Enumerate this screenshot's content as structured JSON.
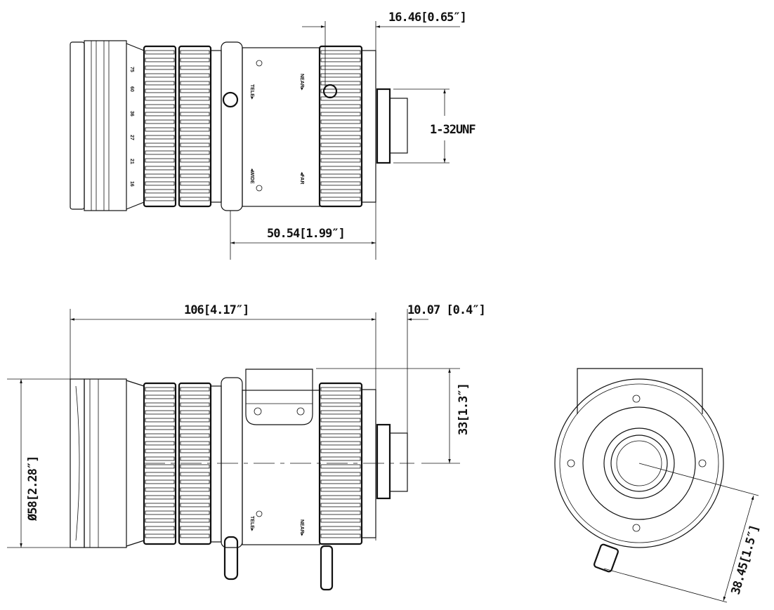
{
  "title": "Lens outline dimension drawing",
  "dimensions": {
    "back_focus_top": "16.46[0.65″]",
    "mount_thread": "1-32UNF",
    "rear_length": "50.54[1.99″]",
    "total_length": "106[4.17″]",
    "flange_back": "10.07 [0.4″]",
    "bracket_height": "33[1.3″]",
    "diameter": "Ø58[2.28″]",
    "knob_radius": "38.45[1.5″]"
  },
  "lens_markings": {
    "tele": "TELE▸",
    "wide": "◂WIDE",
    "near": "NEAR▸",
    "far": "◂FAR",
    "focal_scale": [
      "16",
      "21",
      "27",
      "36",
      "60",
      "75"
    ]
  }
}
